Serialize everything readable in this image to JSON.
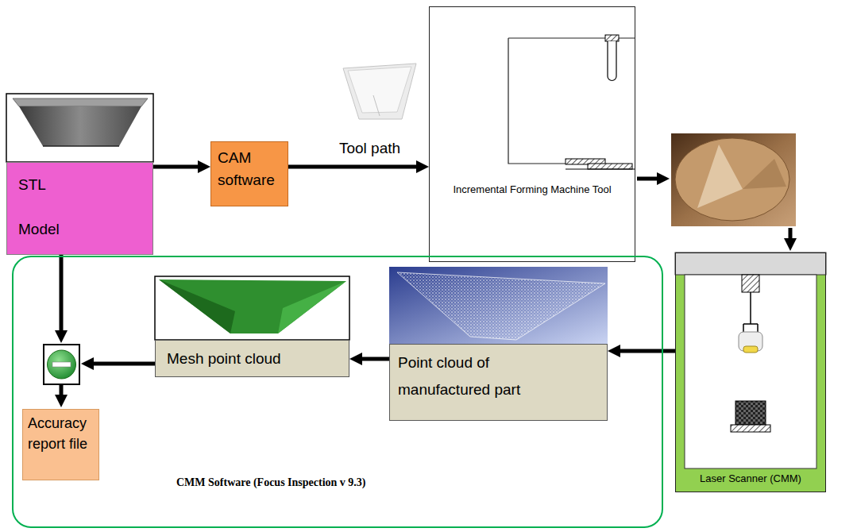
{
  "diagram": {
    "nodes": [
      {
        "text": [
          "STL Model"
        ]
      },
      {
        "text": [
          "CAM software"
        ]
      },
      {
        "text": [
          "Incremental Forming Machine Tool"
        ]
      },
      {
        "text": [
          "CMM Software (Focus Inspection v 9.3)"
        ]
      },
      {
        "text": [
          "Point cloud of manufactured part"
        ],
        "in": 3
      },
      {
        "text": [
          "Mesh point cloud"
        ],
        "in": 3
      },
      {
        "text": [
          "Accuracy report file"
        ],
        "in": 3
      },
      {
        "text": [
          "Laser Scanner (CMM)"
        ]
      }
    ],
    "edges": [
      {
        "from": 0,
        "to": 1,
        "arrow": "to"
      },
      {
        "from": 1,
        "to": 2,
        "label": "Tool path",
        "arrow": "to"
      },
      {
        "from": 7,
        "to": 4,
        "arrow": "to"
      },
      {
        "from": 4,
        "to": 5,
        "arrow": "to"
      }
    ]
  }
}
